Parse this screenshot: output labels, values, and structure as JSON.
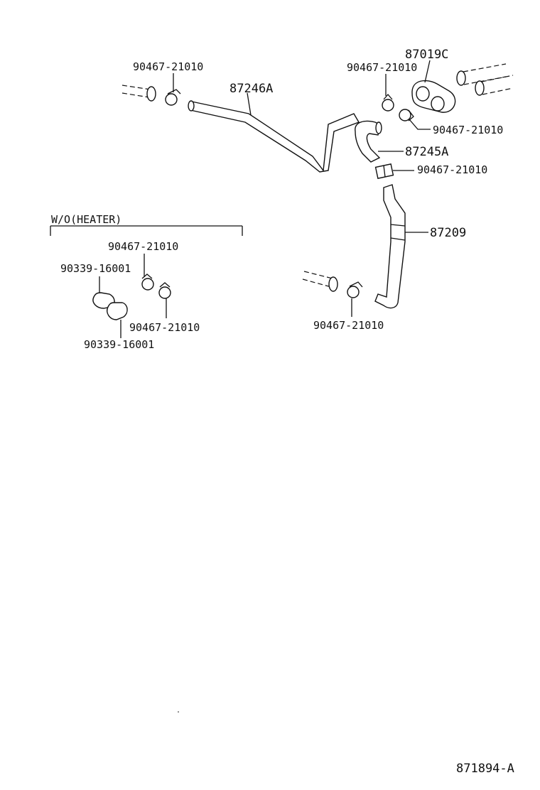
{
  "labels": {
    "clamp_top_left": "90467-21010",
    "hose_87246a": "87246A",
    "clamp_top_right": "90467-21010",
    "plate_87019c": "87019C",
    "clamp_right": "90467-21010",
    "hose_87245a": "87245A",
    "clamp_mid_right": "90467-21010",
    "hose_87209": "87209",
    "clamp_bottom": "90467-21010",
    "inset_title": "W/O(HEATER)",
    "inset_clamp_top": "90467-21010",
    "inset_plug_top": "90339-16001",
    "inset_clamp_bottom": "90467-21010",
    "inset_plug_bottom": "90339-16001",
    "diagram_code": "871894-A"
  },
  "icons": {
    "hose": "hose-icon",
    "clamp": "hose-clamp-icon",
    "plate": "gasket-plate-icon",
    "plug": "plug-cap-icon",
    "pipe": "pipe-icon"
  },
  "colors": {
    "ink": "#111111",
    "paper": "#ffffff"
  }
}
